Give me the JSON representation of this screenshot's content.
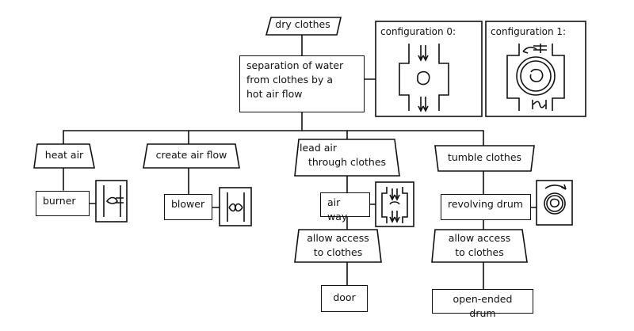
{
  "root": {
    "label": "dry clothes"
  },
  "principle": {
    "label_lines": [
      "separation of water",
      "from clothes by a",
      "hot air flow"
    ]
  },
  "configurations": [
    {
      "title": "configuration 0:"
    },
    {
      "title": "configuration 1:"
    }
  ],
  "functions": [
    {
      "label_lines": [
        "heat air"
      ],
      "solution": "burner",
      "icon": "burner-symbol-icon"
    },
    {
      "label_lines": [
        "create air flow"
      ],
      "solution": "blower",
      "icon": "blower-fan-icon"
    },
    {
      "label_lines": [
        "lead air",
        "through clothes"
      ],
      "solution": "air way",
      "icon": "air-duct-icon",
      "sub": {
        "label_lines": [
          "allow access",
          "to clothes"
        ],
        "solution": "door"
      }
    },
    {
      "label_lines": [
        "tumble clothes"
      ],
      "solution": "revolving drum",
      "icon": "revolving-drum-icon",
      "sub": {
        "label_lines": [
          "allow access",
          "to clothes"
        ],
        "solution": "open-ended drum"
      }
    }
  ]
}
